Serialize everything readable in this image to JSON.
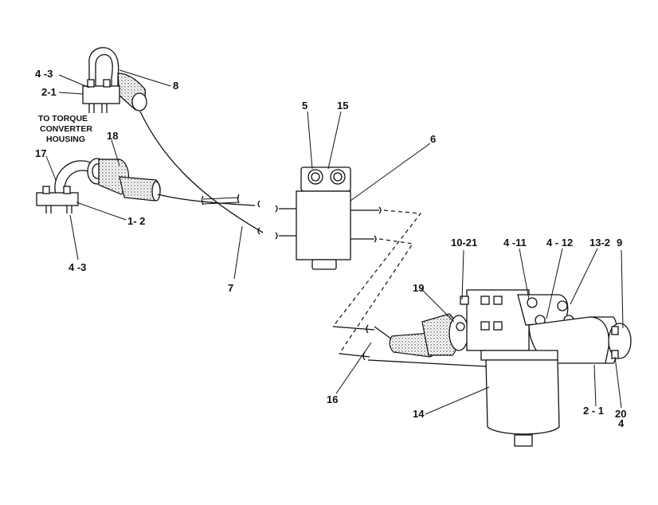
{
  "note": {
    "line1": "TO TORQUE",
    "line2": "CONVERTER",
    "line3": "HOUSING"
  },
  "callouts": {
    "c_4_3_top": "4 -3",
    "c_2_1_top": "2-1",
    "c_8": "8",
    "c_5": "5",
    "c_15": "15",
    "c_6": "6",
    "c_17": "17",
    "c_18": "18",
    "c_1_2": "1- 2",
    "c_4_3_bottom": "4 -3",
    "c_7": "7",
    "c_10_21": "10-21",
    "c_4_11": "4 -11",
    "c_4_12": "4 - 12",
    "c_13_2": "13-2",
    "c_9": "9",
    "c_19": "19",
    "c_16": "16",
    "c_14": "14",
    "c_2_1_bottom": "2 - 1",
    "c_20": "20",
    "c_4": "4"
  }
}
